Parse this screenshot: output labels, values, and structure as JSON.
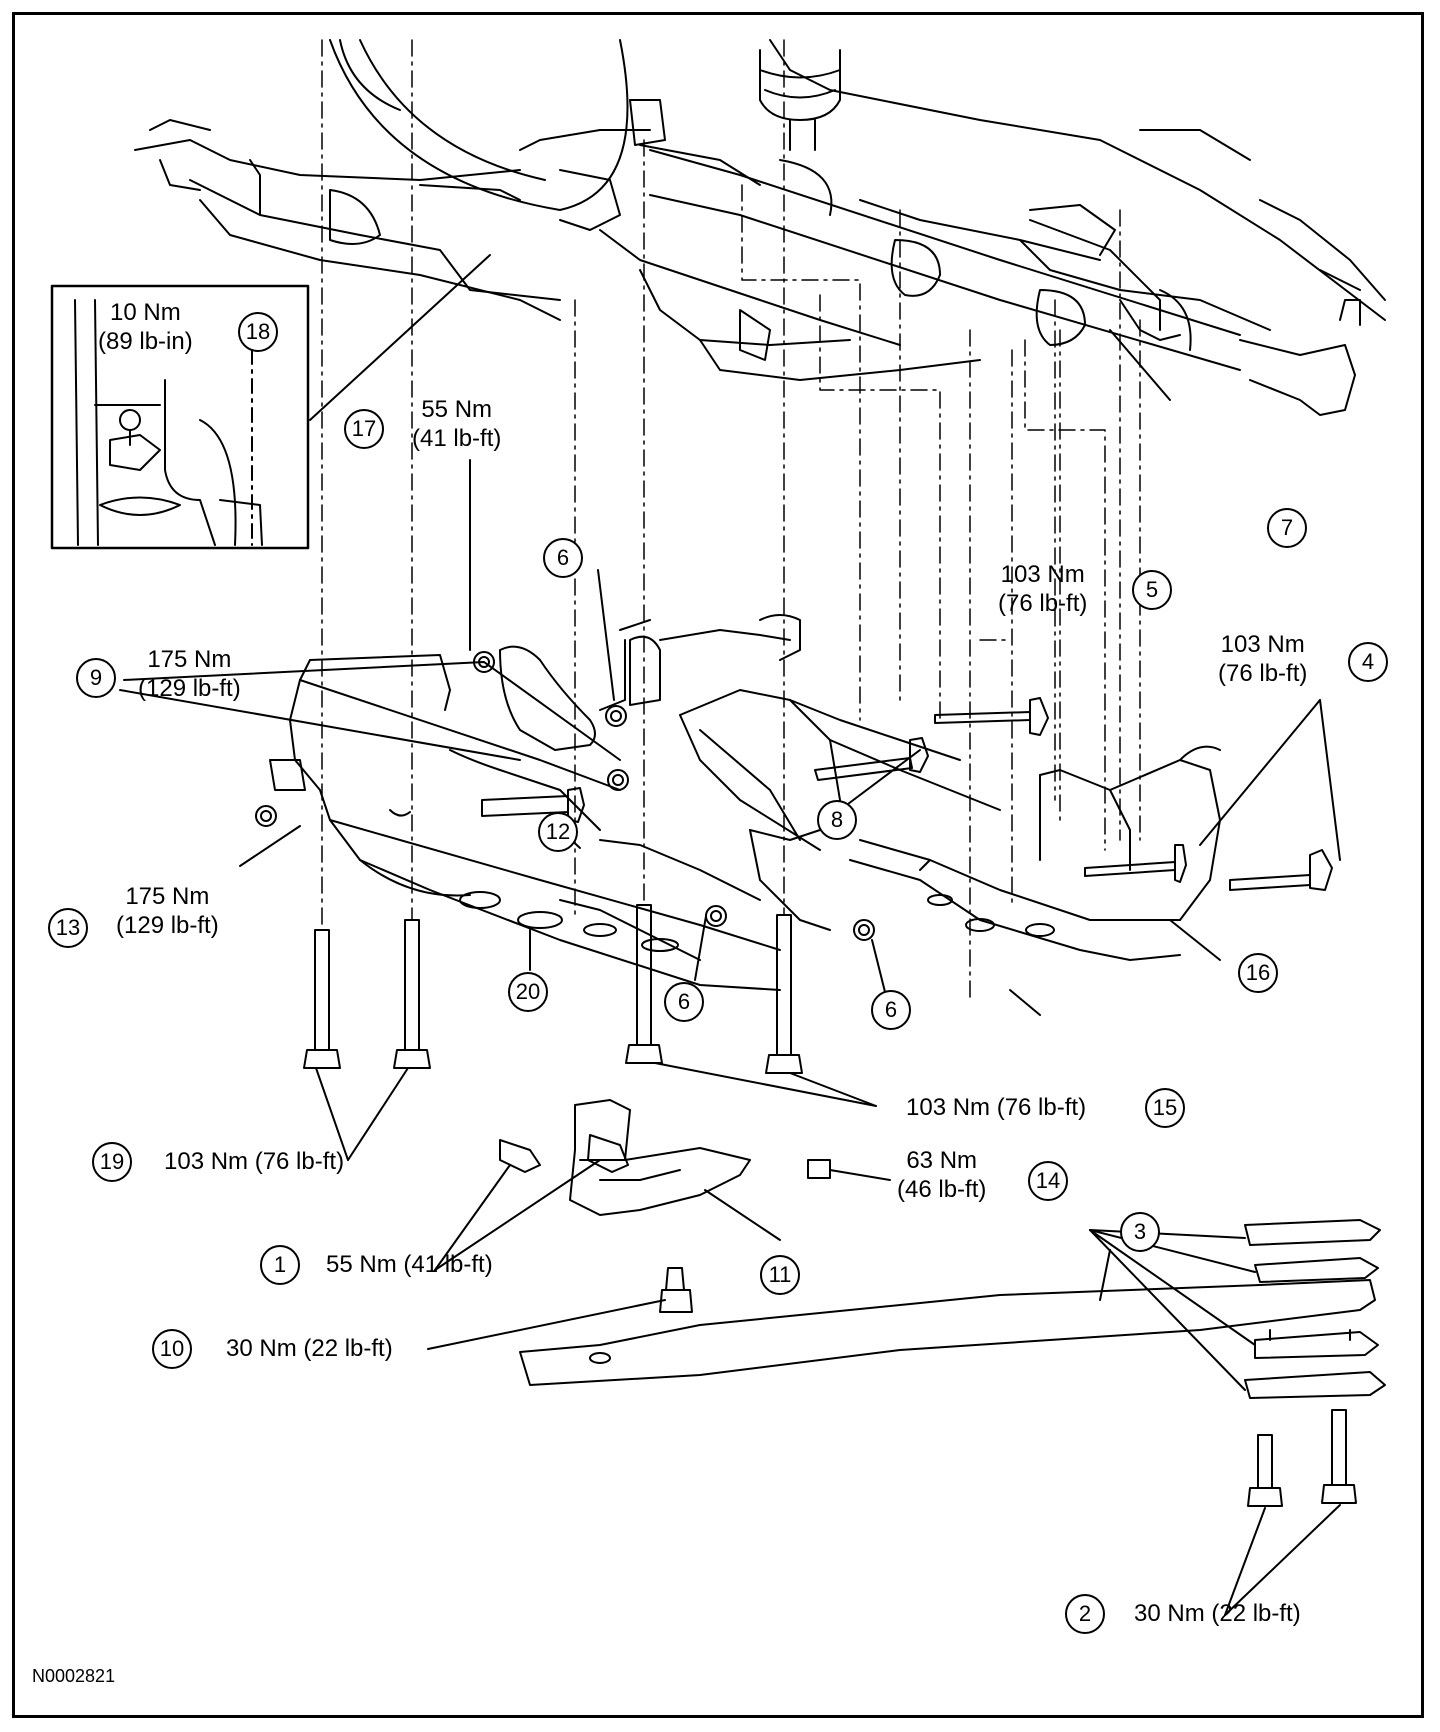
{
  "diagram_id": "N0002821",
  "callouts": [
    {
      "n": "1",
      "lines": [
        "55 Nm (41 lb-ft)"
      ]
    },
    {
      "n": "2",
      "lines": [
        "30 Nm (22 lb-ft)"
      ]
    },
    {
      "n": "3",
      "lines": []
    },
    {
      "n": "4",
      "lines": [
        "103 Nm",
        "(76 lb-ft)"
      ]
    },
    {
      "n": "5",
      "lines": [
        "103 Nm",
        "(76 lb-ft)"
      ]
    },
    {
      "n": "6",
      "lines": []
    },
    {
      "n": "7",
      "lines": []
    },
    {
      "n": "8",
      "lines": []
    },
    {
      "n": "9",
      "lines": [
        "175 Nm",
        "(129 lb-ft)"
      ]
    },
    {
      "n": "10",
      "lines": [
        "30 Nm (22 lb-ft)"
      ]
    },
    {
      "n": "11",
      "lines": []
    },
    {
      "n": "12",
      "lines": []
    },
    {
      "n": "13",
      "lines": [
        "175 Nm",
        "(129 lb-ft)"
      ]
    },
    {
      "n": "14",
      "lines": [
        "63 Nm",
        "(46 lb-ft)"
      ]
    },
    {
      "n": "15",
      "lines": [
        "103 Nm (76 lb-ft)"
      ]
    },
    {
      "n": "16",
      "lines": []
    },
    {
      "n": "17",
      "lines": [
        "55 Nm",
        "(41 lb-ft)"
      ]
    },
    {
      "n": "18",
      "lines": [
        "10 Nm",
        "(89 lb-in)"
      ]
    },
    {
      "n": "19",
      "lines": [
        "103 Nm (76 lb-ft)"
      ]
    },
    {
      "n": "20",
      "lines": []
    }
  ]
}
